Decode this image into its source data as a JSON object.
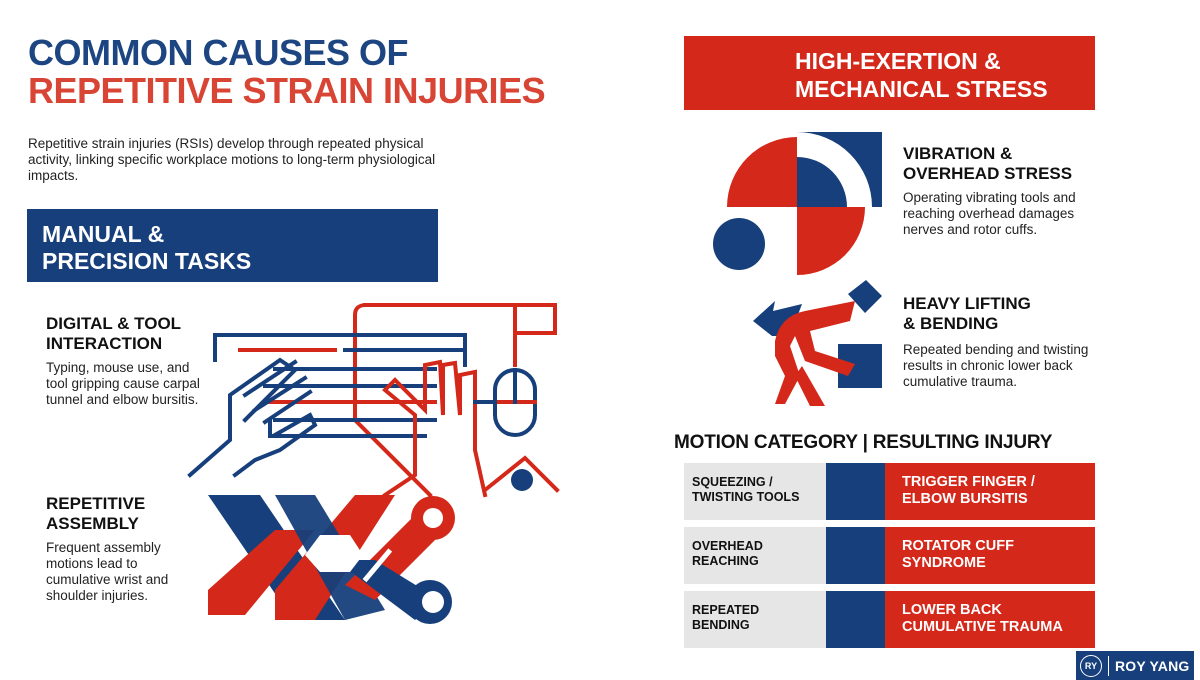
{
  "header": {
    "title_line1": "COMMON CAUSES OF",
    "title_line2": "REPETITIVE STRAIN INJURIES",
    "intro": "Repetitive strain injuries (RSIs) develop through repeated physical activity, linking specific workplace motions to long-term physiological impacts."
  },
  "sections": {
    "manual": {
      "banner_line1": "MANUAL &",
      "banner_line2": "PRECISION TASKS",
      "causes": [
        {
          "title_line1": "DIGITAL & TOOL",
          "title_line2": "INTERACTION",
          "description": "Typing, mouse use, and tool gripping cause carpal tunnel and elbow bursitis.",
          "icon": "hands-keyboard-mouse-icon"
        },
        {
          "title_line1": "REPETITIVE",
          "title_line2": "ASSEMBLY",
          "description": "Frequent assembly motions lead to cumulative wrist and shoulder injuries.",
          "icon": "crossed-wrenches-icon"
        }
      ]
    },
    "high_exertion": {
      "banner_line1": "HIGH-EXERTION &",
      "banner_line2": "MECHANICAL STRESS",
      "causes": [
        {
          "title_line1": "VIBRATION &",
          "title_line2": "OVERHEAD STRESS",
          "description": "Operating vibrating tools and reaching overhead damages nerves and rotor cuffs.",
          "icon": "geometric-vibration-icon"
        },
        {
          "title_line1": "HEAVY LIFTING",
          "title_line2": "& BENDING",
          "description": "Repeated bending and twisting results in chronic lower back cumulative trauma.",
          "icon": "person-lifting-box-icon"
        }
      ]
    }
  },
  "table": {
    "heading": "MOTION CATEGORY | RESULTING INJURY",
    "rows": [
      {
        "motion_line1": "SQUEEZING /",
        "motion_line2": "TWISTING TOOLS",
        "injury_line1": "TRIGGER FINGER /",
        "injury_line2": "ELBOW BURSITIS"
      },
      {
        "motion_line1": "OVERHEAD",
        "motion_line2": "REACHING",
        "injury_line1": "ROTATOR CUFF",
        "injury_line2": "SYNDROME"
      },
      {
        "motion_line1": "REPEATED",
        "motion_line2": "BENDING",
        "injury_line1": "LOWER BACK",
        "injury_line2": "CUMULATIVE TRAUMA"
      }
    ]
  },
  "logo": {
    "mark": "RY",
    "name": "ROY YANG"
  },
  "colors": {
    "navy": "#163f7b",
    "title_navy": "#1c4582",
    "red": "#d4281a",
    "title_red": "#d94535",
    "row_gray": "#e6e6e6"
  }
}
